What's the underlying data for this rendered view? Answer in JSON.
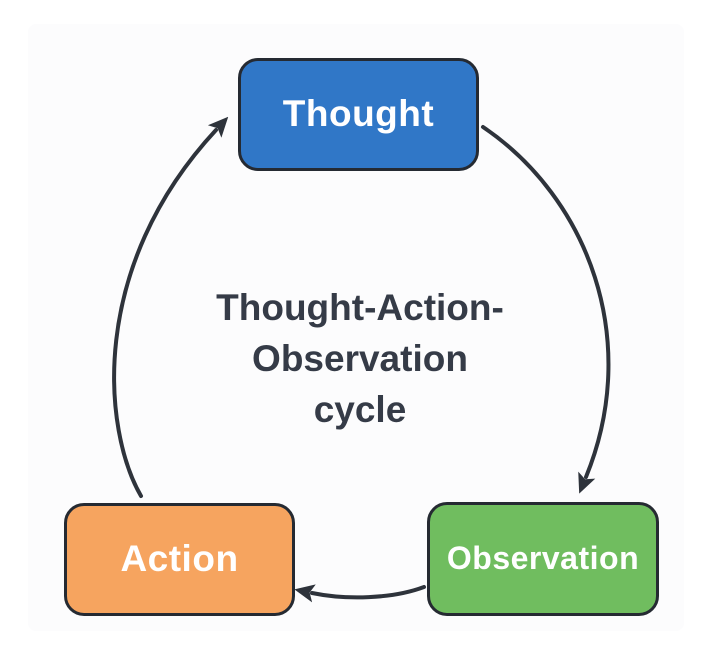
{
  "diagram": {
    "title": {
      "text": "Thought-Action-Observation cycle",
      "lines": [
        "Thought-Action-",
        "Observation",
        "cycle"
      ]
    },
    "nodes": [
      {
        "id": "thought",
        "label": "Thought",
        "color": "#3077c7"
      },
      {
        "id": "action",
        "label": "Action",
        "color": "#f6a45f"
      },
      {
        "id": "observation",
        "label": "Observation",
        "color": "#70bd5f"
      }
    ],
    "edges": [
      {
        "from": "thought",
        "to": "observation"
      },
      {
        "from": "observation",
        "to": "action"
      },
      {
        "from": "action",
        "to": "thought"
      }
    ],
    "colors": {
      "node_border": "#252a32",
      "arrow": "#2e333b",
      "title_text": "#353b47",
      "node_text": "#ffffff",
      "background": "#ffffff",
      "panel": "#fcfcfd"
    }
  }
}
